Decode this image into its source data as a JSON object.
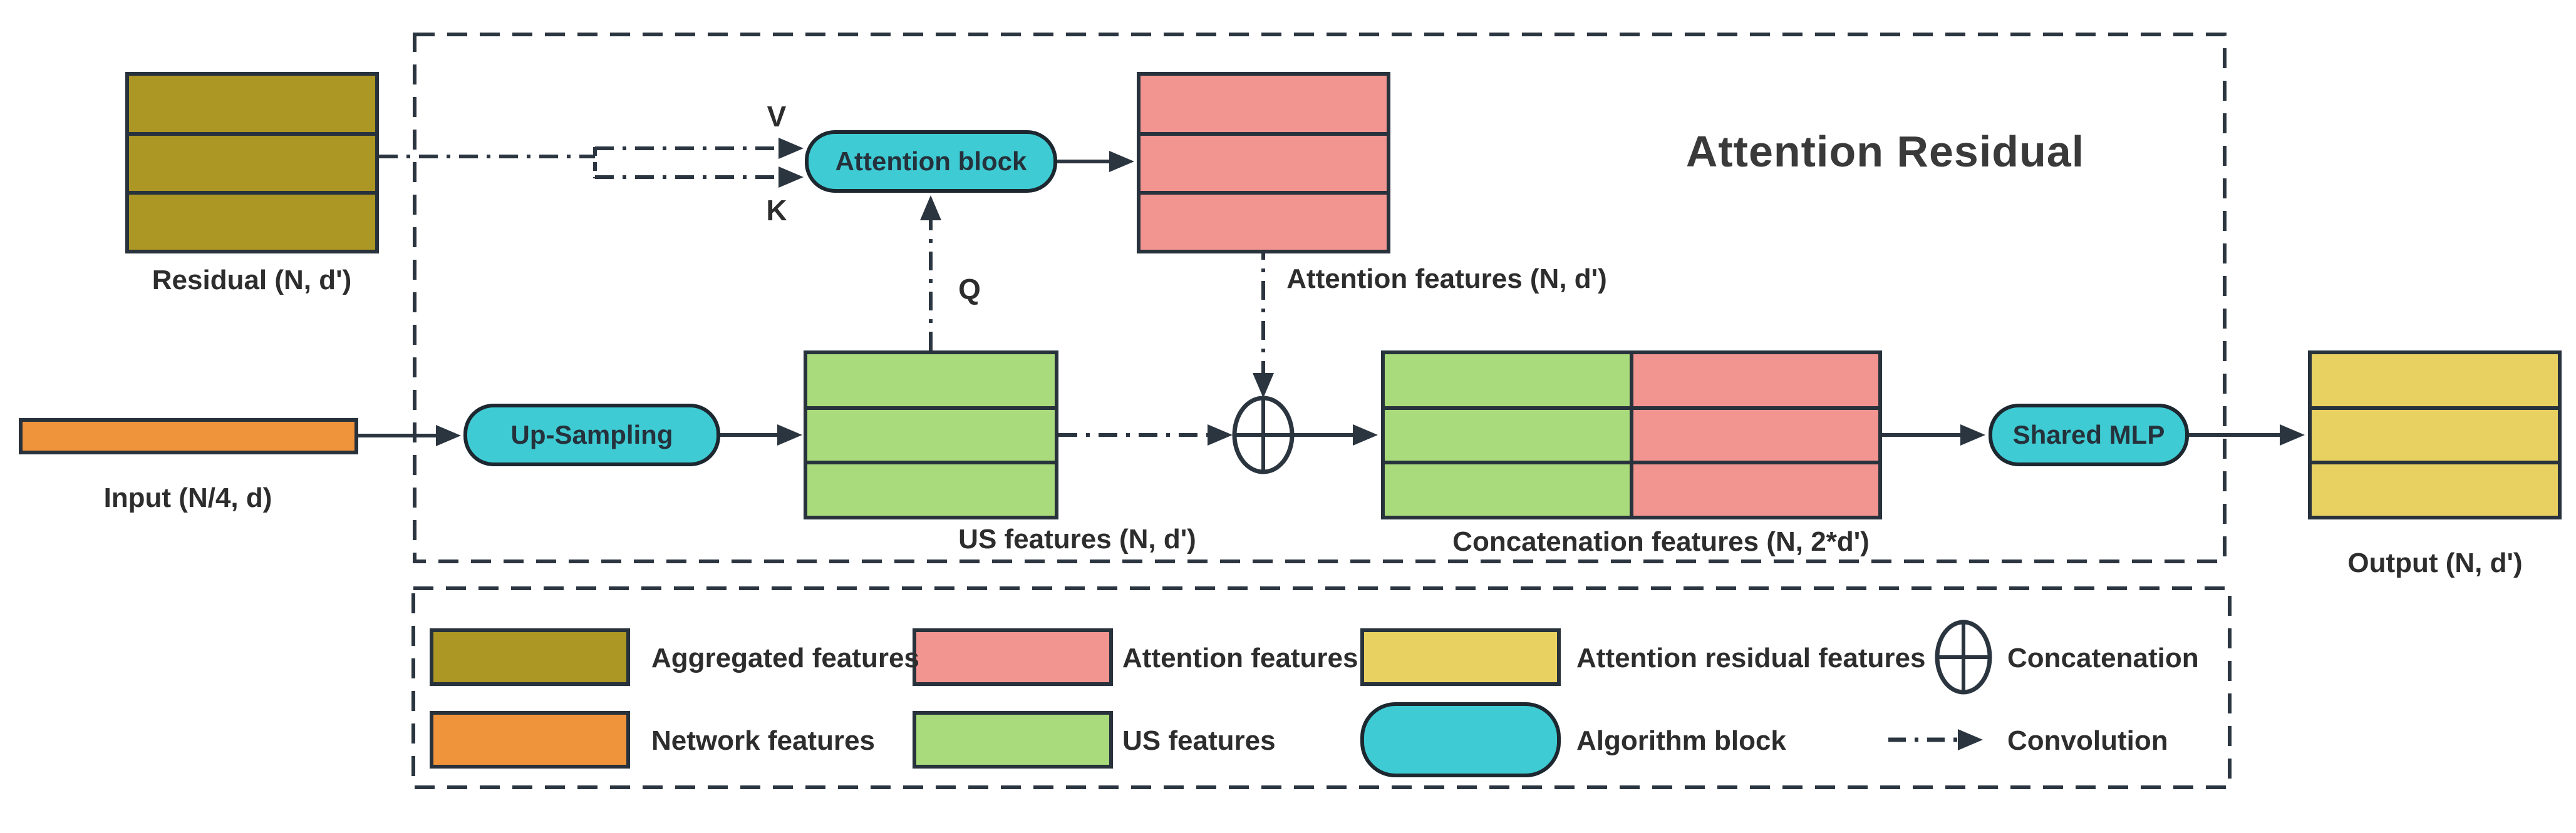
{
  "diagram": {
    "title": "Attention Residual",
    "labels": {
      "residual": "Residual (N, d')",
      "input": "Input (N/4, d)",
      "us_features": "US features (N, d')",
      "attention_features": "Attention features (N, d')",
      "concatenation_features": "Concatenation features (N, 2*d')",
      "output": "Output (N, d')"
    },
    "pills": {
      "upsampling": "Up-Sampling",
      "attention_block": "Attention block",
      "shared_mlp": "Shared MLP"
    },
    "ports": {
      "v": "V",
      "k": "K",
      "q": "Q"
    }
  },
  "legend": {
    "items": [
      {
        "swatch": "aggregated",
        "label": "Aggregated features",
        "color": "#AC9624"
      },
      {
        "swatch": "network",
        "label": "Network features",
        "color": "#F0943C"
      },
      {
        "swatch": "attention",
        "label": "Attention features",
        "color": "#F29490"
      },
      {
        "swatch": "us",
        "label": "US features",
        "color": "#A9DA7B"
      },
      {
        "swatch": "attention-residual",
        "label": "Attention residual features",
        "color": "#E9D161"
      },
      {
        "swatch": "algorithm-block",
        "label": "Algorithm block",
        "color": "#3FCBD3"
      },
      {
        "symbol": "concatenation-icon",
        "label": "Concatenation"
      },
      {
        "symbol": "convolution-arrow-icon",
        "label": "Convolution"
      }
    ]
  },
  "colors": {
    "line": "#2B3540",
    "border": "#28323C",
    "background": "#FFFFFF",
    "aggregated_features": "#AC9624",
    "network_features": "#F0943C",
    "attention_features": "#F29490",
    "us_features": "#A9DA7B",
    "attention_residual_features": "#E9D161",
    "algorithm_block": "#3FCBD3"
  }
}
